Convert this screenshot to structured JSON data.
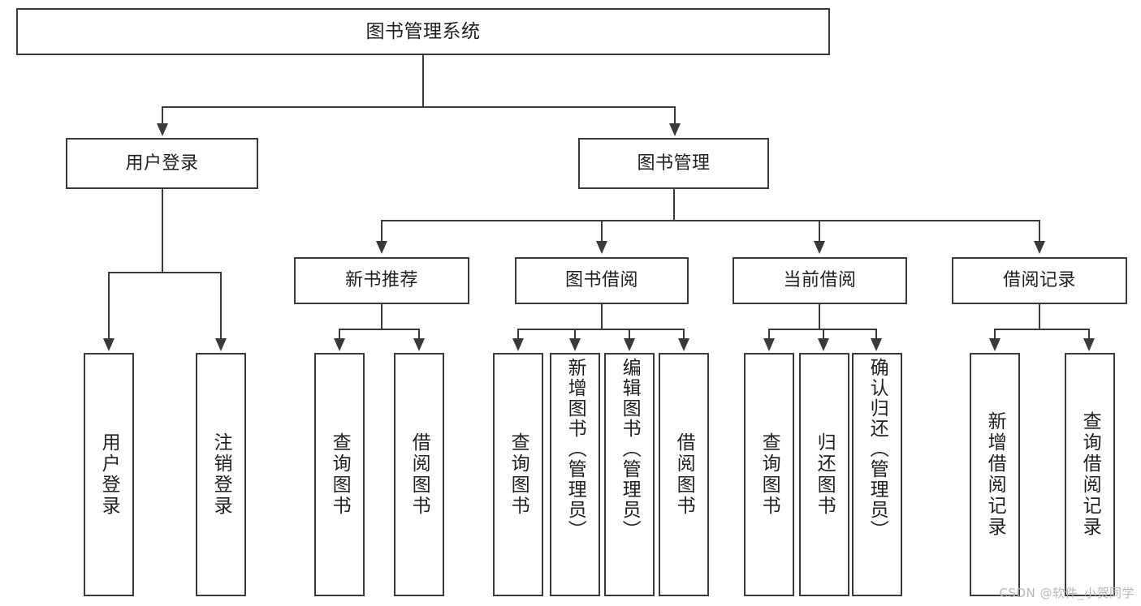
{
  "diagram": {
    "title": "图书管理系统",
    "type": "hierarchy-tree",
    "root": {
      "label": "图书管理系统"
    },
    "level2": [
      {
        "label": "用户登录"
      },
      {
        "label": "图书管理"
      }
    ],
    "level3": [
      {
        "label": "新书推荐"
      },
      {
        "label": "图书借阅"
      },
      {
        "label": "当前借阅"
      },
      {
        "label": "借阅记录"
      }
    ],
    "leaves": {
      "user_login": [
        {
          "label": "用户登录"
        },
        {
          "label": "注销登录"
        }
      ],
      "new_book_recommend": [
        {
          "label": "查询图书"
        },
        {
          "label": "借阅图书"
        }
      ],
      "book_borrow": [
        {
          "label": "查询图书"
        },
        {
          "label": "新增图书（管理员）"
        },
        {
          "label": "编辑图书（管理员）"
        },
        {
          "label": "借阅图书"
        }
      ],
      "current_borrow": [
        {
          "label": "查询图书"
        },
        {
          "label": "归还图书"
        },
        {
          "label": "确认归还（管理员）"
        }
      ],
      "borrow_record": [
        {
          "label": "新增借阅记录"
        },
        {
          "label": "查询借阅记录"
        }
      ]
    },
    "watermark": "CSDN @软件_小贺同学",
    "colors": {
      "stroke": "#3a3a3a",
      "fill": "#ffffff",
      "text": "#1f1f1f",
      "watermark": "#b8b8b8"
    }
  }
}
